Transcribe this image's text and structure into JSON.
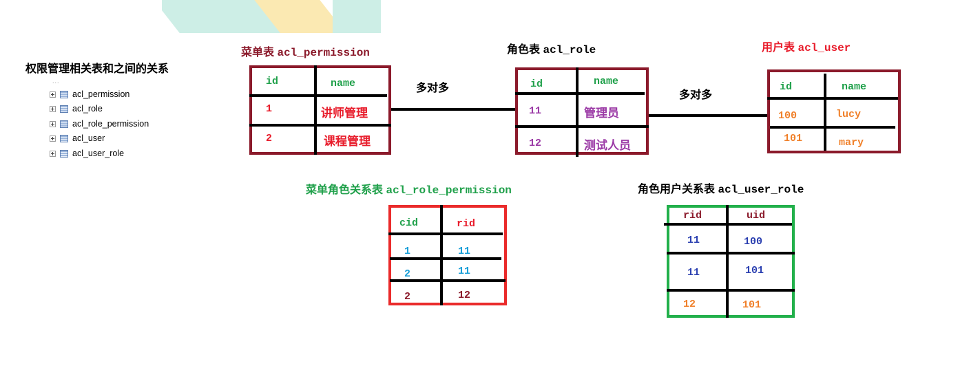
{
  "sidebar": {
    "title": "权限管理相关表和之间的关系",
    "dots": "...",
    "items": [
      "acl_permission",
      "acl_role",
      "acl_role_permission",
      "acl_user",
      "acl_user_role"
    ]
  },
  "relation_label": "多对多",
  "tables": {
    "permission": {
      "title_cn": "菜单表",
      "title_en": "acl_permission",
      "headers": [
        "id",
        "name"
      ],
      "rows": [
        [
          "1",
          "讲师管理"
        ],
        [
          "2",
          "课程管理"
        ]
      ]
    },
    "role": {
      "title_cn": "角色表",
      "title_en": "acl_role",
      "headers": [
        "id",
        "name"
      ],
      "rows": [
        [
          "11",
          "管理员"
        ],
        [
          "12",
          "测试人员"
        ]
      ]
    },
    "user": {
      "title_cn": "用户表",
      "title_en": "acl_user",
      "headers": [
        "id",
        "name"
      ],
      "rows": [
        [
          "100",
          "lucy"
        ],
        [
          "101",
          "mary"
        ]
      ]
    },
    "role_permission": {
      "title_cn": "菜单角色关系表",
      "title_en": "acl_role_permission",
      "headers": [
        "cid",
        "rid"
      ],
      "rows": [
        [
          "1",
          "11"
        ],
        [
          "2",
          "11"
        ],
        [
          "2",
          "12"
        ]
      ]
    },
    "user_role": {
      "title_cn": "角色用户关系表",
      "title_en": "acl_user_role",
      "headers": [
        "rid",
        "uid"
      ],
      "rows": [
        [
          "11",
          "100"
        ],
        [
          "11",
          "101"
        ],
        [
          "12",
          "101"
        ]
      ]
    }
  },
  "colors": {
    "permission_border": "#8b1a2b",
    "role_border": "#8b1a2b",
    "user_border": "#8b1a2b",
    "role_permission_border": "#ea2b2b",
    "user_role_border": "#22b04b",
    "green_text": "#1fa04a",
    "red_text": "#e81c2b",
    "purple_text": "#9b3aa6",
    "orange_text": "#f0802a",
    "blue_text": "#2a3fb0",
    "cyan_text": "#1a9fd8",
    "maroon_text": "#8b1a2b"
  }
}
